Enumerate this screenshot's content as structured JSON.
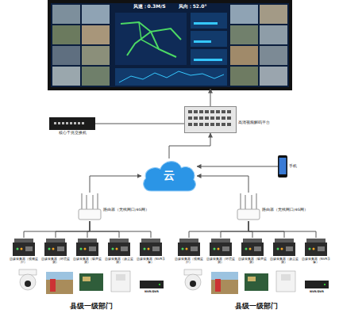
{
  "diagram": {
    "nodes": [
      {
        "text": [
          "风速：0.3M/S",
          "风向：52.0°"
        ]
      },
      {
        "text": [
          "核心千兆交换机"
        ]
      },
      {
        "text": [
          "高清视频解码平台"
        ]
      },
      {
        "text": [
          "云"
        ]
      },
      {
        "text": [
          "手机"
        ]
      },
      {
        "text": [
          "路由器（无线网口/4G网）"
        ]
      },
      {
        "text": [
          "路由器（无线网口/4G网）"
        ]
      },
      {
        "text": [
          "边缘采集器（视频监控）"
        ]
      },
      {
        "text": [
          "边缘采集器（环境监测）"
        ]
      },
      {
        "text": [
          "边缘采集器（噪声监测）"
        ]
      },
      {
        "text": [
          "边缘采集器（扬尘监测）"
        ]
      },
      {
        "text": [
          "边缘采集器（NVR录像）"
        ]
      },
      {
        "text": [
          "边缘采集器（视频监控）"
        ]
      },
      {
        "text": [
          "边缘采集器（环境监测）"
        ]
      },
      {
        "text": [
          "边缘采集器（噪声监测）"
        ]
      },
      {
        "text": [
          "边缘采集器（扬尘监测）"
        ]
      },
      {
        "text": [
          "边缘采集器（NVR录像）"
        ]
      }
    ],
    "edges": [
      {
        "from": 2,
        "to": 0,
        "arrow": "to"
      },
      {
        "from": 1,
        "to": 2,
        "arrow": "none"
      },
      {
        "from": 3,
        "to": 2,
        "arrow": "to"
      },
      {
        "from": 4,
        "to": 3,
        "arrow": "to"
      },
      {
        "from": 5,
        "to": 3,
        "arrow": "to"
      },
      {
        "from": 6,
        "to": 3,
        "arrow": "to"
      },
      {
        "from": 5,
        "to": 7,
        "arrow": "none"
      },
      {
        "from": 5,
        "to": 8,
        "arrow": "none"
      },
      {
        "from": 5,
        "to": 9,
        "arrow": "none"
      },
      {
        "from": 5,
        "to": 10,
        "arrow": "none"
      },
      {
        "from": 5,
        "to": 11,
        "arrow": "none"
      },
      {
        "from": 6,
        "to": 12,
        "arrow": "none"
      },
      {
        "from": 6,
        "to": 13,
        "arrow": "none"
      },
      {
        "from": 6,
        "to": 14,
        "arrow": "none"
      },
      {
        "from": 6,
        "to": 15,
        "arrow": "none"
      },
      {
        "from": 6,
        "to": 16,
        "arrow": "none"
      }
    ],
    "labels": [
      "县级一级部门",
      "县级一级部门",
      "NVR/DVR",
      "NVR/DVR"
    ]
  }
}
